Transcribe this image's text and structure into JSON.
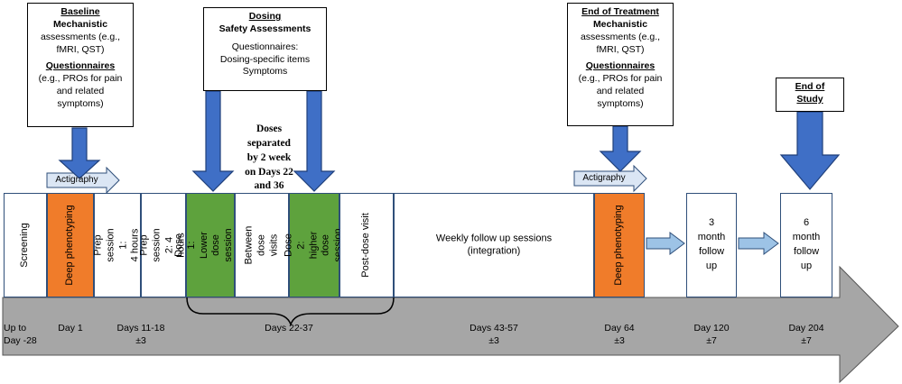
{
  "callouts": {
    "baseline": {
      "title": "Baseline",
      "line1": "Mechanistic",
      "line2": "assessments (e.g.,\nfMRI, QST)",
      "q_title": "Questionnaires",
      "q_text": "(e.g., PROs for pain\nand related\nsymptoms)"
    },
    "dosing": {
      "title": "Dosing",
      "subtitle": "Safety Assessments",
      "q_title": "Questionnaires:",
      "q_text": "Dosing-specific items\nSymptoms"
    },
    "end_treatment": {
      "title": "End of Treatment",
      "line1": "Mechanistic",
      "line2": "assessments (e.g.,\nfMRI, QST)",
      "q_title": "Questionnaires",
      "q_text": "(e.g., PROs for pain\nand related\nsymptoms)"
    },
    "end_study": {
      "title": "End of\nStudy"
    }
  },
  "doses_note": "Doses\nseparated\nby 2 week\non Days 22\nand 36",
  "actigraphy": [
    "Actigraphy",
    "Actigraphy"
  ],
  "stages": {
    "screening": "Screening",
    "deep1": "Deep phenotyping",
    "prep1": "Prep session 1:\n4 hours",
    "prep2": "Prep session 2: 4\nhours",
    "dose1": "Dose 1: Lower\ndose session\n8 hour",
    "between": "Between dose\nvisits",
    "dose2": "Dose 2: higher\ndose session",
    "post": "Post-dose visit",
    "weekly": "Weekly follow up sessions\n(integration)",
    "deep2": "Deep phenotyping",
    "m3": "3\nmonth\nfollow\nup",
    "m6": "6\nmonth\nfollow\nup"
  },
  "days": {
    "d1": "Up to\nDay -28",
    "d2": "Day 1",
    "d3": "Days 11-18\n±3",
    "d4": "Days 22-37",
    "d5": "Days 43-57\n±3",
    "d6": "Day 64\n±3",
    "d7": "Day 120\n±7",
    "d8": "Day 204\n±7"
  },
  "colors": {
    "arrow_blue": "#3f6fc6",
    "orange": "#f07c2a",
    "green": "#5ea23d",
    "timeline_gray": "#a6a6a6"
  }
}
